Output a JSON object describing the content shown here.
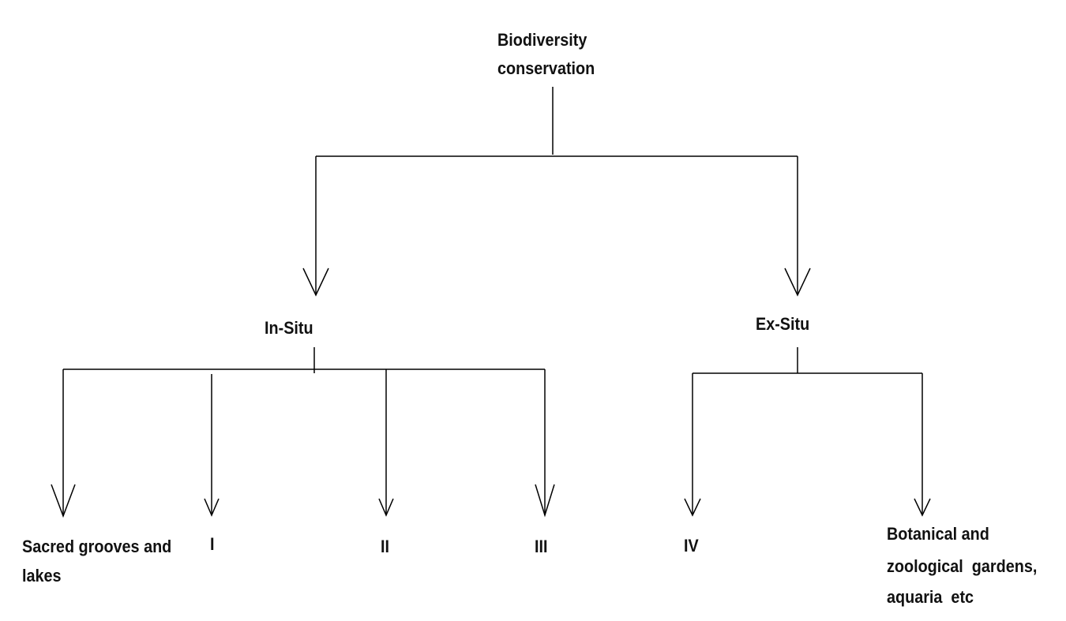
{
  "root": {
    "line1": "Biodiversity",
    "line2": "conservation"
  },
  "branches": {
    "in_situ": "In-Situ",
    "ex_situ": "Ex-Situ"
  },
  "in_situ_leaves": {
    "sacred_line1": "Sacred grooves and",
    "sacred_line2": "lakes",
    "i": "I",
    "ii": "II",
    "iii": "III"
  },
  "ex_situ_leaves": {
    "iv": "IV",
    "botanical_line1": "Botanical and",
    "botanical_line2": "zoological  gardens,",
    "botanical_line3": "aquaria  etc"
  },
  "colors": {
    "line": "#000000",
    "text": "#111111",
    "background": "#ffffff"
  }
}
